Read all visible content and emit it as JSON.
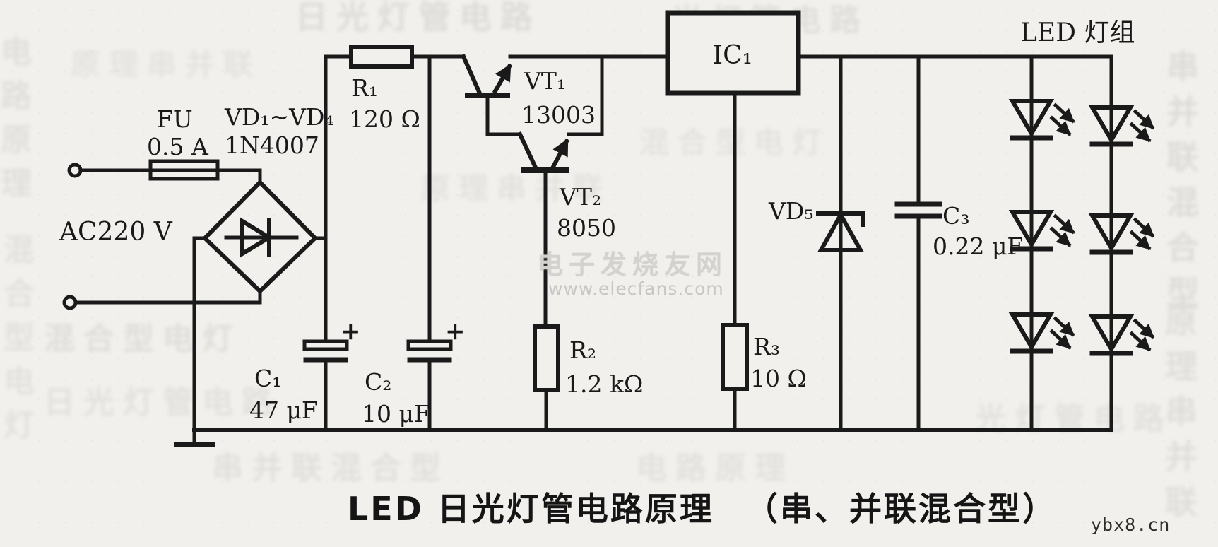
{
  "colors": {
    "ink": "#1a1a1a",
    "paper": "#f1f0ec",
    "watermark_gray": "#c7c6c3"
  },
  "labels": {
    "fuse_ref": "FU",
    "fuse_value": "0.5 A",
    "ac_input": "AC220 V",
    "bridge_ref": "VD₁~VD₄",
    "bridge_value": "1N4007",
    "r1_ref": "R₁",
    "r1_value": "120 Ω",
    "vt1_ref": "VT₁",
    "vt1_value": "13003",
    "vt2_ref": "VT₂",
    "vt2_value": "8050",
    "ic1_ref": "IC₁",
    "c1_ref": "C₁",
    "c1_value": "47 μF",
    "c1_polarity": "+",
    "c2_ref": "C₂",
    "c2_value": "10 μF",
    "c2_polarity": "+",
    "r2_ref": "R₂",
    "r2_value": "1.2 kΩ",
    "r3_ref": "R₃",
    "r3_value": "10 Ω",
    "vd5_ref": "VD₅",
    "c3_ref": "C₃",
    "c3_value": "0.22 μF",
    "led_group": "LED 灯组"
  },
  "caption": {
    "title": "LED 日光灯管电路原理",
    "subtitle": "（串、并联混合型）"
  },
  "watermark": {
    "site_name_zh": "电子发烧友网",
    "site_url": "www.elecfans.com",
    "corner_site": "ybx8.cn"
  },
  "bleed_texture": [
    "日光灯管电路",
    "串并联混合型",
    "电路原理",
    "光灯管电路",
    "原理串并联",
    "混合型电灯"
  ]
}
